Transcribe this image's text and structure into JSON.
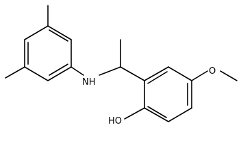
{
  "molecule": {
    "labels": {
      "nh": "NH",
      "o": "O",
      "oh": "HO"
    }
  },
  "colors": {
    "bond": "#000000",
    "background": "#ffffff"
  }
}
